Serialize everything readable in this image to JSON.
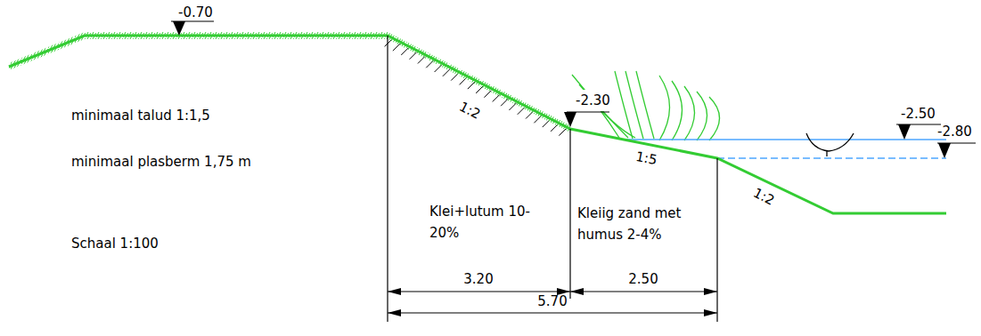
{
  "diagram": {
    "labels": [
      "-0.70",
      "minimaal talud 1:1,5",
      "minimaal plasberm 1,75 m",
      "1:2",
      "-2.30",
      "1:5",
      "-2.50",
      "-2.80",
      "1:2",
      "Schaal 1:100",
      "Klei+lutum 10-20%",
      "Kleiig zand met humus 2-4%",
      "3.20",
      "2.50",
      "5.70"
    ]
  }
}
